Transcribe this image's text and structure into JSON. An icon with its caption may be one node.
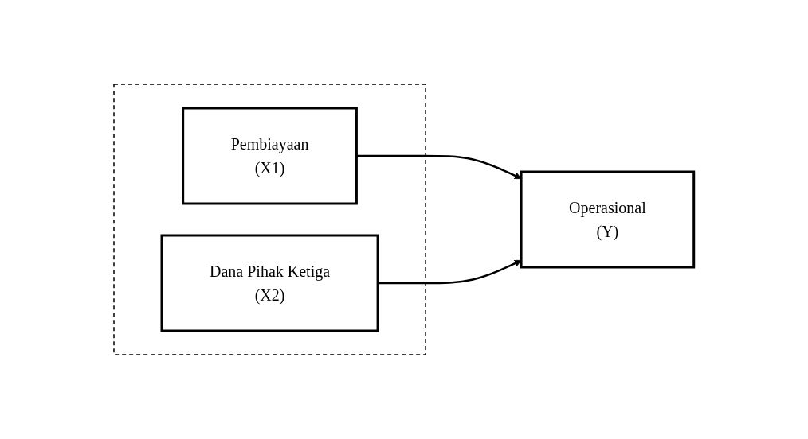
{
  "diagram": {
    "nodes": [
      {
        "text": [],
        "shape": "box"
      },
      {
        "text": [
          "Pembiayaan",
          "(X1)"
        ],
        "in": 0
      },
      {
        "text": [
          "Dana Pihak Ketiga",
          "(X2)"
        ],
        "in": 0
      },
      {
        "text": [
          "Operasional",
          "(Y)"
        ]
      }
    ],
    "edges": [
      {
        "from": 1,
        "to": 3,
        "arrow": "to"
      },
      {
        "from": 2,
        "to": 3,
        "arrow": "to"
      }
    ]
  }
}
